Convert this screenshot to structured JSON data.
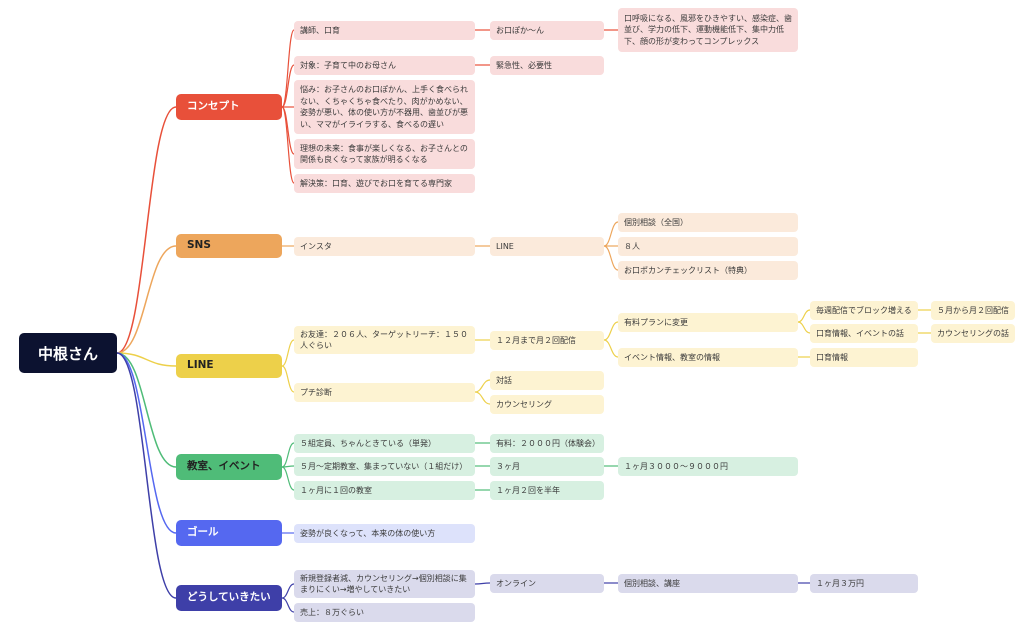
{
  "root": {
    "label": "中根さん"
  },
  "colors": {
    "concept": "#e8503a",
    "sns": "#eda65c",
    "line": "#edd04a",
    "event": "#4fbc78",
    "goal": "#5568f0",
    "future": "#3e3fa8"
  },
  "concept": {
    "label": "コンセプト",
    "n1": "講師、口育",
    "n1a": "お口ぽか〜ん",
    "n1b": "口呼吸になる、風邪をひきやすい、感染症、歯並び、学力の低下、運動機能低下、集中力低下、顔の形が変わってコンプレックス",
    "n2": "対象：子育て中のお母さん",
    "n2a": "緊急性、必要性",
    "n3": "悩み：お子さんのお口ぽかん、上手く食べられない、くちゃくちゃ食べたり、肉がかめない、姿勢が悪い、体の使い方が不器用、歯並びが悪い、ママがイライラする、食べるの遅い",
    "n4": "理想の未来：食事が楽しくなる、お子さんとの関係も良くなって家族が明るくなる",
    "n5": "解決策：口育、遊びでお口を育てる専門家"
  },
  "sns": {
    "label": "SNS",
    "n1": "インスタ",
    "n1a": "LINE",
    "n1a1": "個別相談（全国）",
    "n1a2": "８人",
    "n1a3": "お口ポカンチェックリスト（特典）"
  },
  "line": {
    "label": "LINE",
    "n1": "お友達：２０６人、ターゲットリーチ：１５０人ぐらい",
    "n1a": "１２月まで月２回配信",
    "n1a1": "有料プランに変更",
    "n1a1a": "毎週配信でブロック増える",
    "n1a1a1": "５月から月２回配信",
    "n1a1b": "口育情報、イベントの話",
    "n1a1b1": "カウンセリングの話",
    "n1a2": "イベント情報、教室の情報",
    "n1a2a": "口育情報",
    "n2": "プチ診断",
    "n2a": "対話",
    "n2b": "カウンセリング"
  },
  "event": {
    "label": "教室、イベント",
    "n1": "５組定員、ちゃんときている（単発）",
    "n1a": "有料：２０００円（体験会）",
    "n2": "５月〜定期教室、集まっていない（１組だけ）",
    "n2a": "３ヶ月",
    "n2a1": "１ヶ月３０００〜９０００円",
    "n3": "１ヶ月に１回の教室",
    "n3a": "１ヶ月２回を半年"
  },
  "goal": {
    "label": "ゴール",
    "n1": "姿勢が良くなって、本来の体の使い方"
  },
  "future": {
    "label": "どうしていきたい",
    "n1": "新規登録者減、カウンセリング→個別相談に集まりにくい→増やしていきたい",
    "n1a": "オンライン",
    "n1a1": "個別相談、講座",
    "n1a1a": "１ヶ月３万円",
    "n2": "売上：８万ぐらい"
  }
}
